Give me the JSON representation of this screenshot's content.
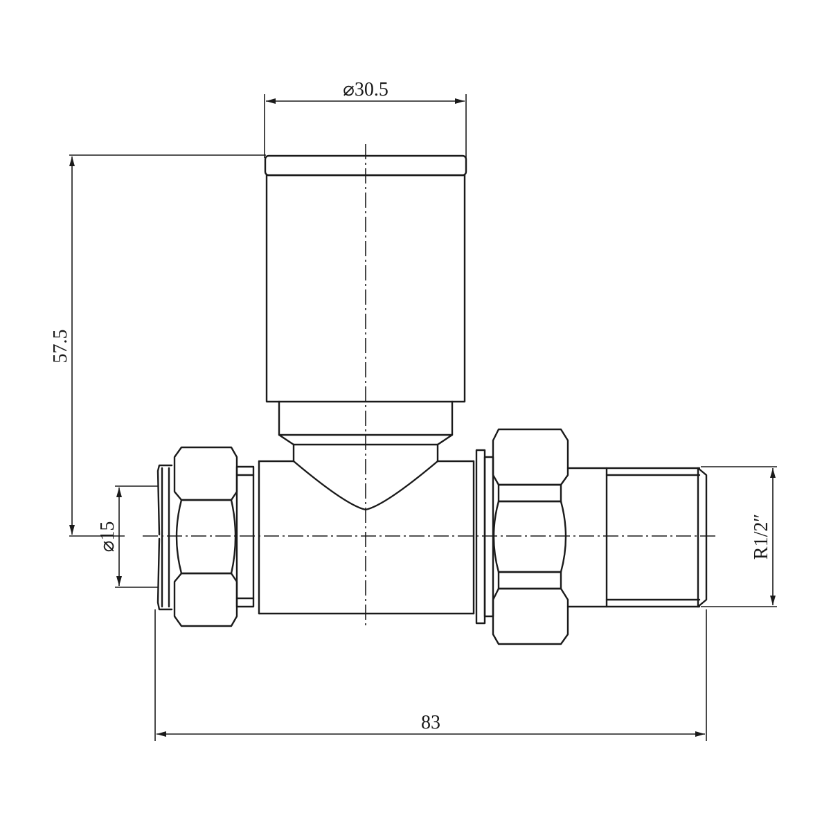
{
  "drawing": {
    "subject": "Straight radiator valve technical drawing",
    "line_color": "#1a1a1a",
    "background": "#ffffff"
  },
  "dimensions": {
    "head_diameter": "⌀30.5",
    "height": "57.5",
    "inlet_diameter": "⌀15",
    "thread": "R1/2″",
    "overall_length": "83"
  }
}
